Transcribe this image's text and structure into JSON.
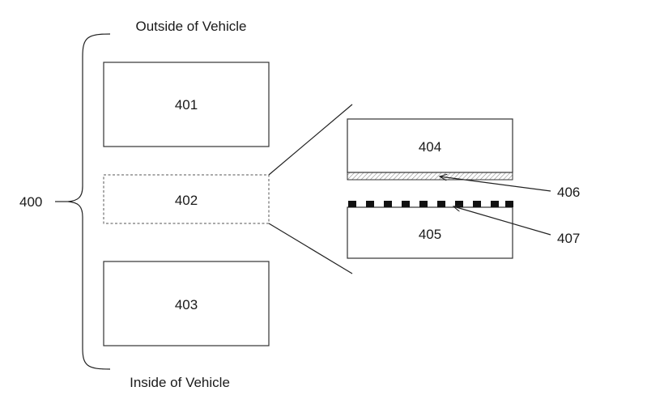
{
  "labels": {
    "outside": "Outside of Vehicle",
    "inside": "Inside of Vehicle",
    "assembly": "400",
    "layer_401": "401",
    "layer_402": "402",
    "layer_403": "403",
    "layer_404": "404",
    "layer_405": "405",
    "ref_406": "406",
    "ref_407": "407"
  },
  "colors": {
    "stroke": "#333333",
    "dashes": "#111111",
    "hatch": "#888888"
  }
}
